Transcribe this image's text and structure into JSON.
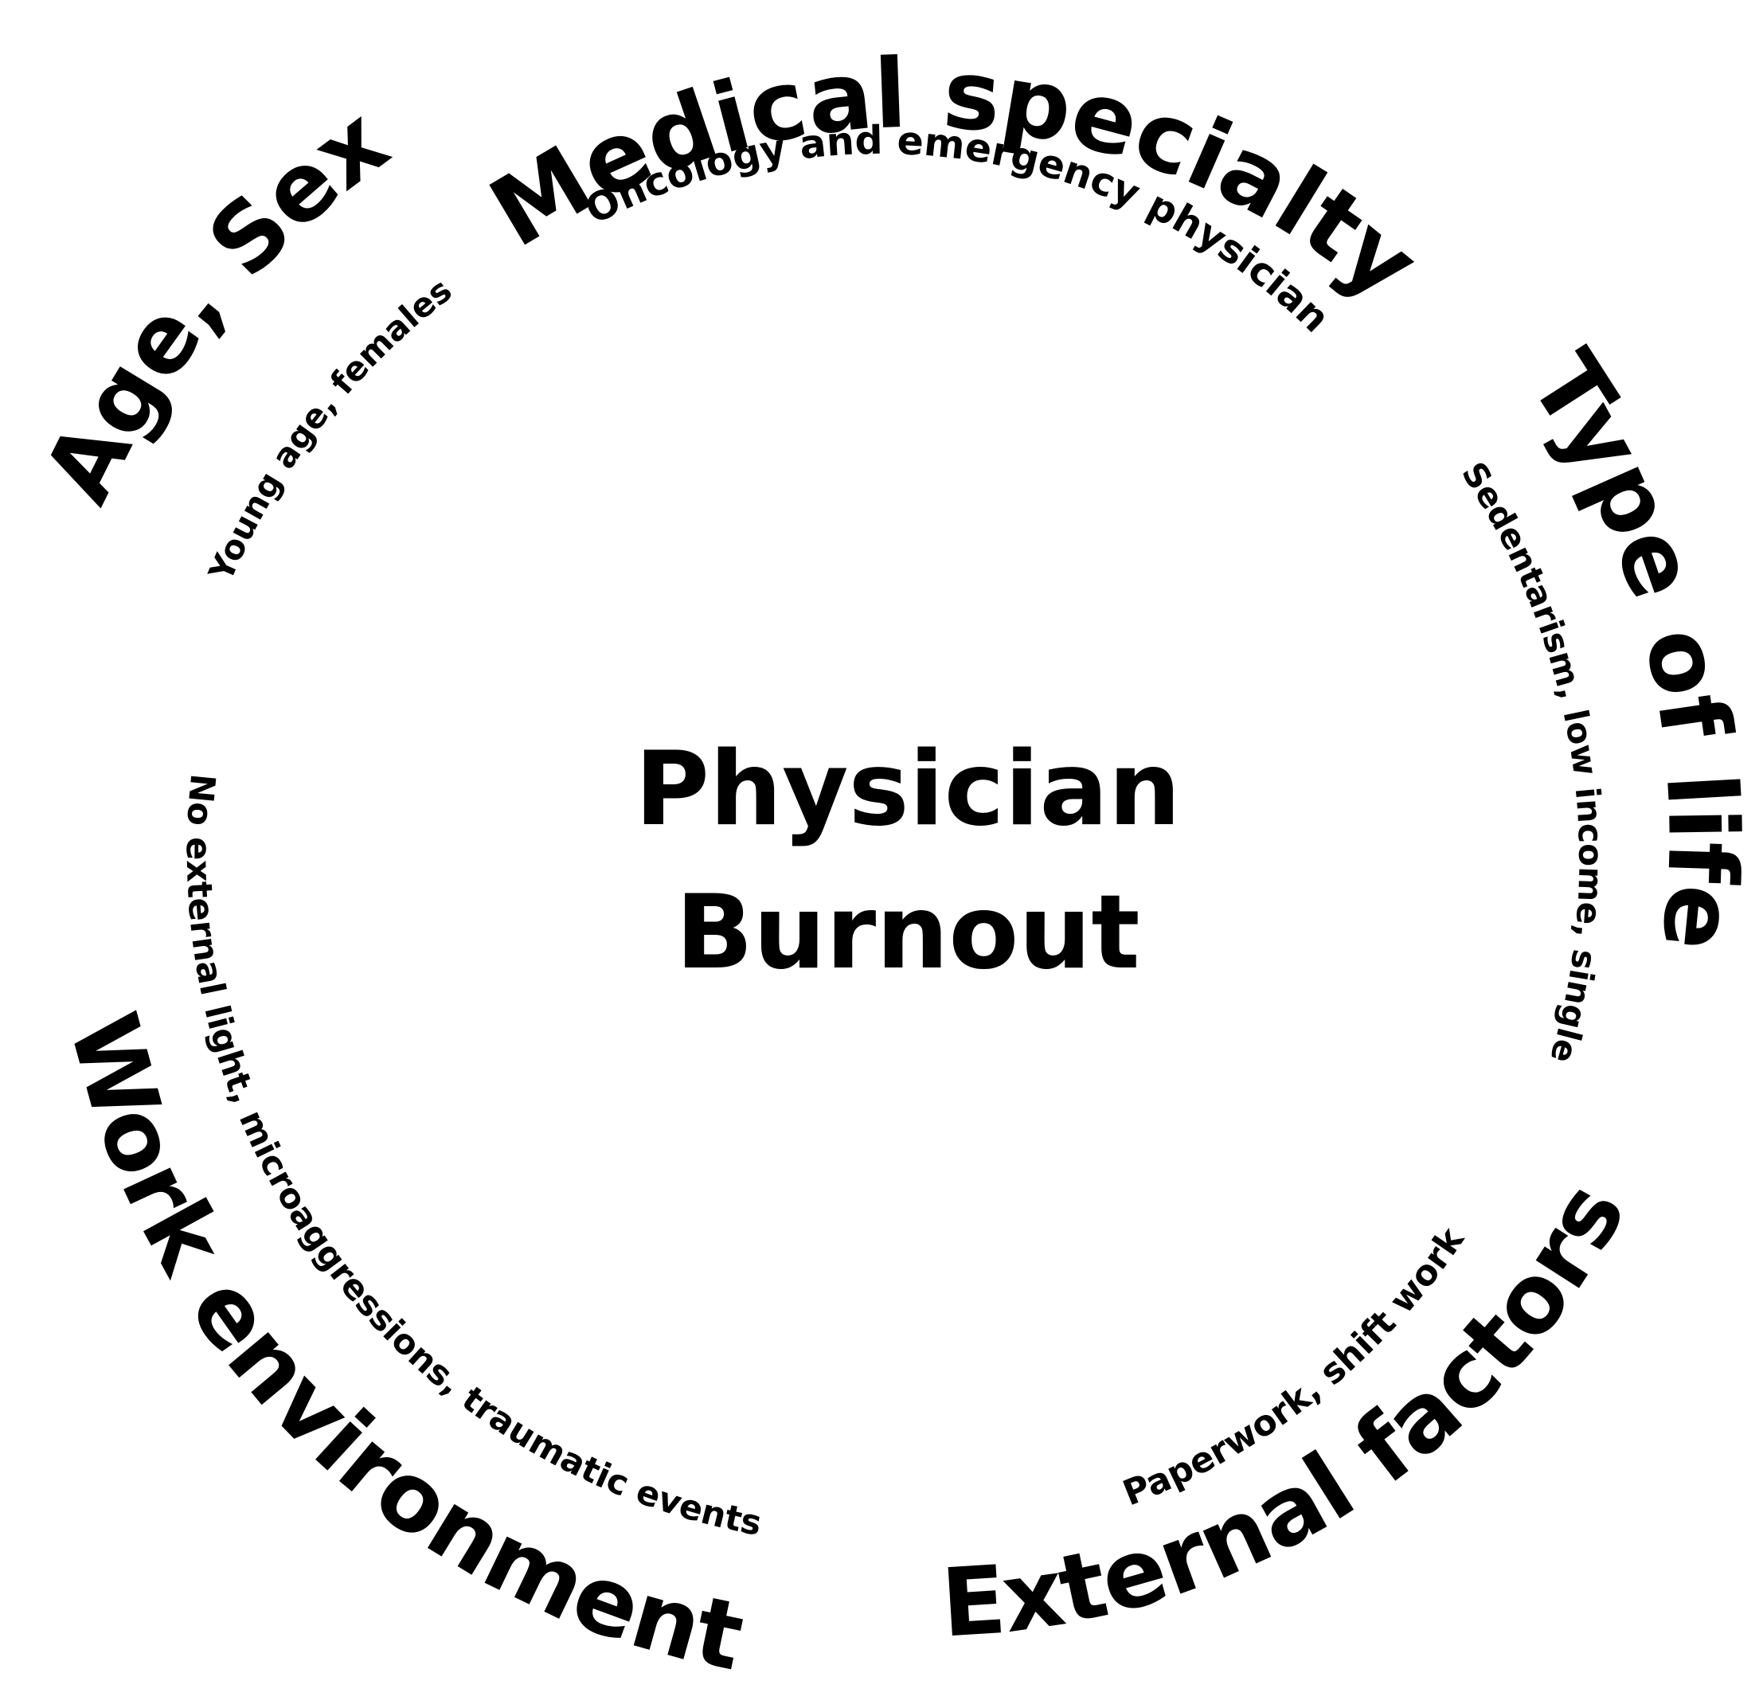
{
  "center": {
    "line1": "Physician",
    "line2": "Burnout"
  },
  "factors": [
    {
      "id": "medical-specialty",
      "title": "Medical specialty",
      "detail": "Oncology and emergency physicians"
    },
    {
      "id": "type-of-life",
      "title": "Type of life",
      "detail": "Sedentarism, low income, single"
    },
    {
      "id": "external-factors",
      "title": "External factors",
      "detail": "Paperwork, shift work"
    },
    {
      "id": "work-environment",
      "title": "Work environment",
      "detail": "No external light, microaggressions, traumatic events"
    },
    {
      "id": "age-sex",
      "title": "Age, Sex",
      "detail": "Young age, females"
    }
  ],
  "colors": {
    "text": "#000000",
    "background": "#ffffff"
  }
}
